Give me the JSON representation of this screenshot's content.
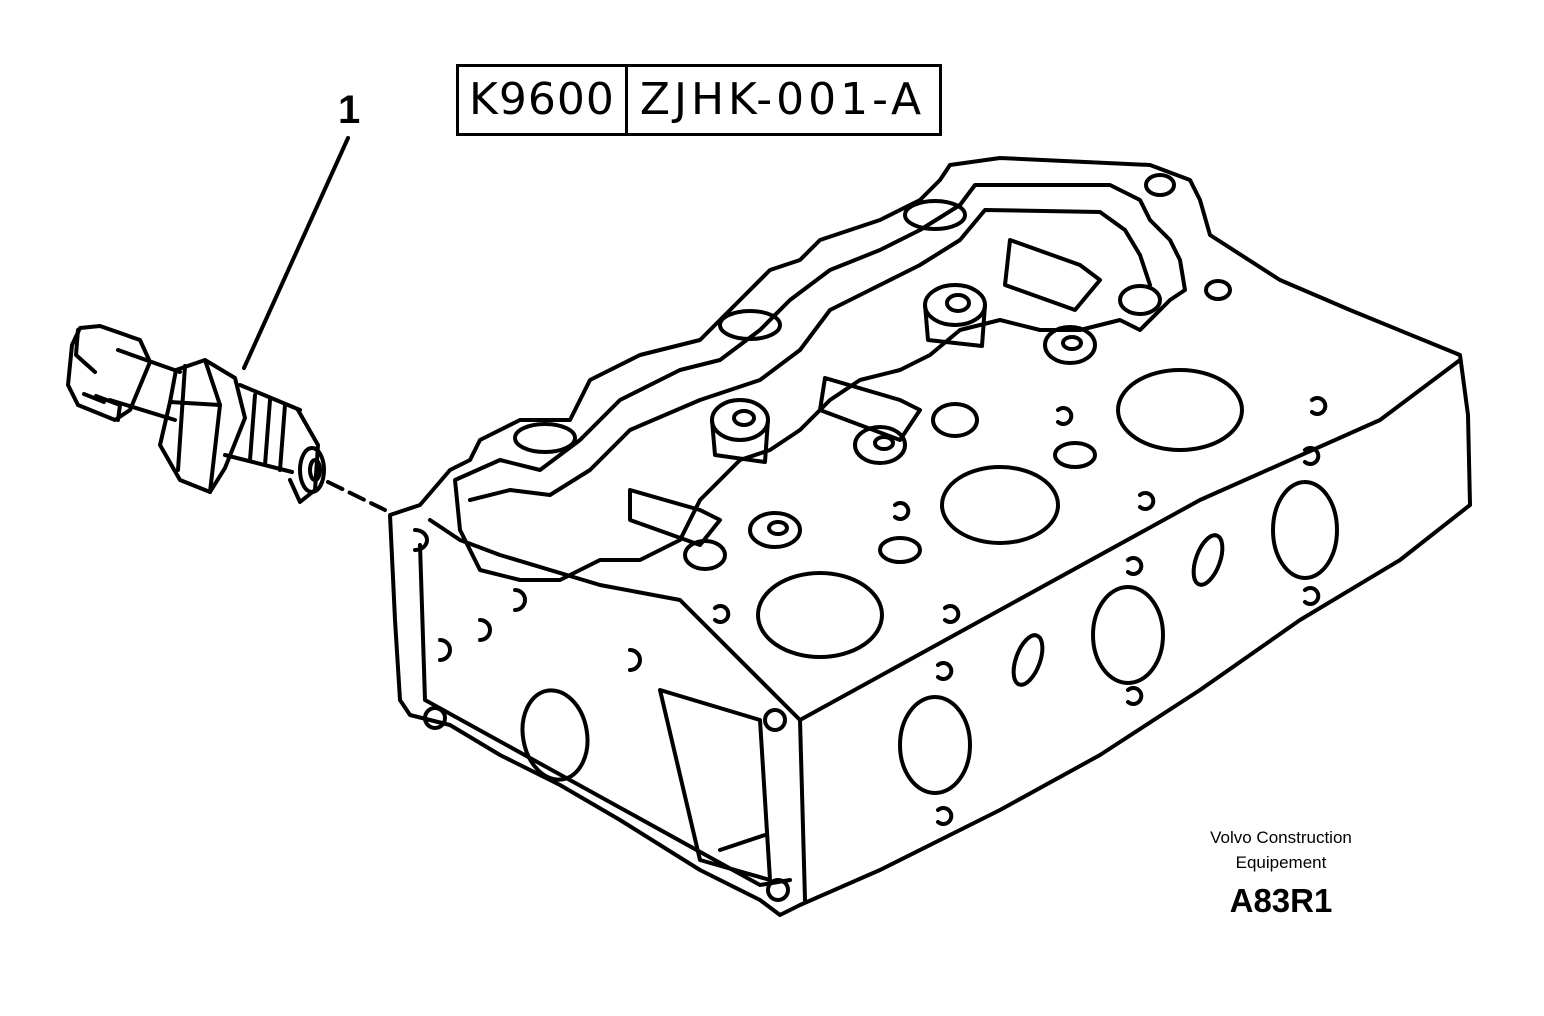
{
  "header": {
    "model_code": "K9600",
    "part_code": "ZJHK-001-A"
  },
  "callouts": [
    {
      "number": "1"
    }
  ],
  "footer": {
    "company_line1": "Volvo Construction",
    "company_line2": "Equipement",
    "reference": "A83R1"
  },
  "illustration": {
    "subject-icon": "cylinder-head-icon",
    "part-icon": "pressure-sensor-icon",
    "line_color": "#000000",
    "background": "#ffffff"
  }
}
